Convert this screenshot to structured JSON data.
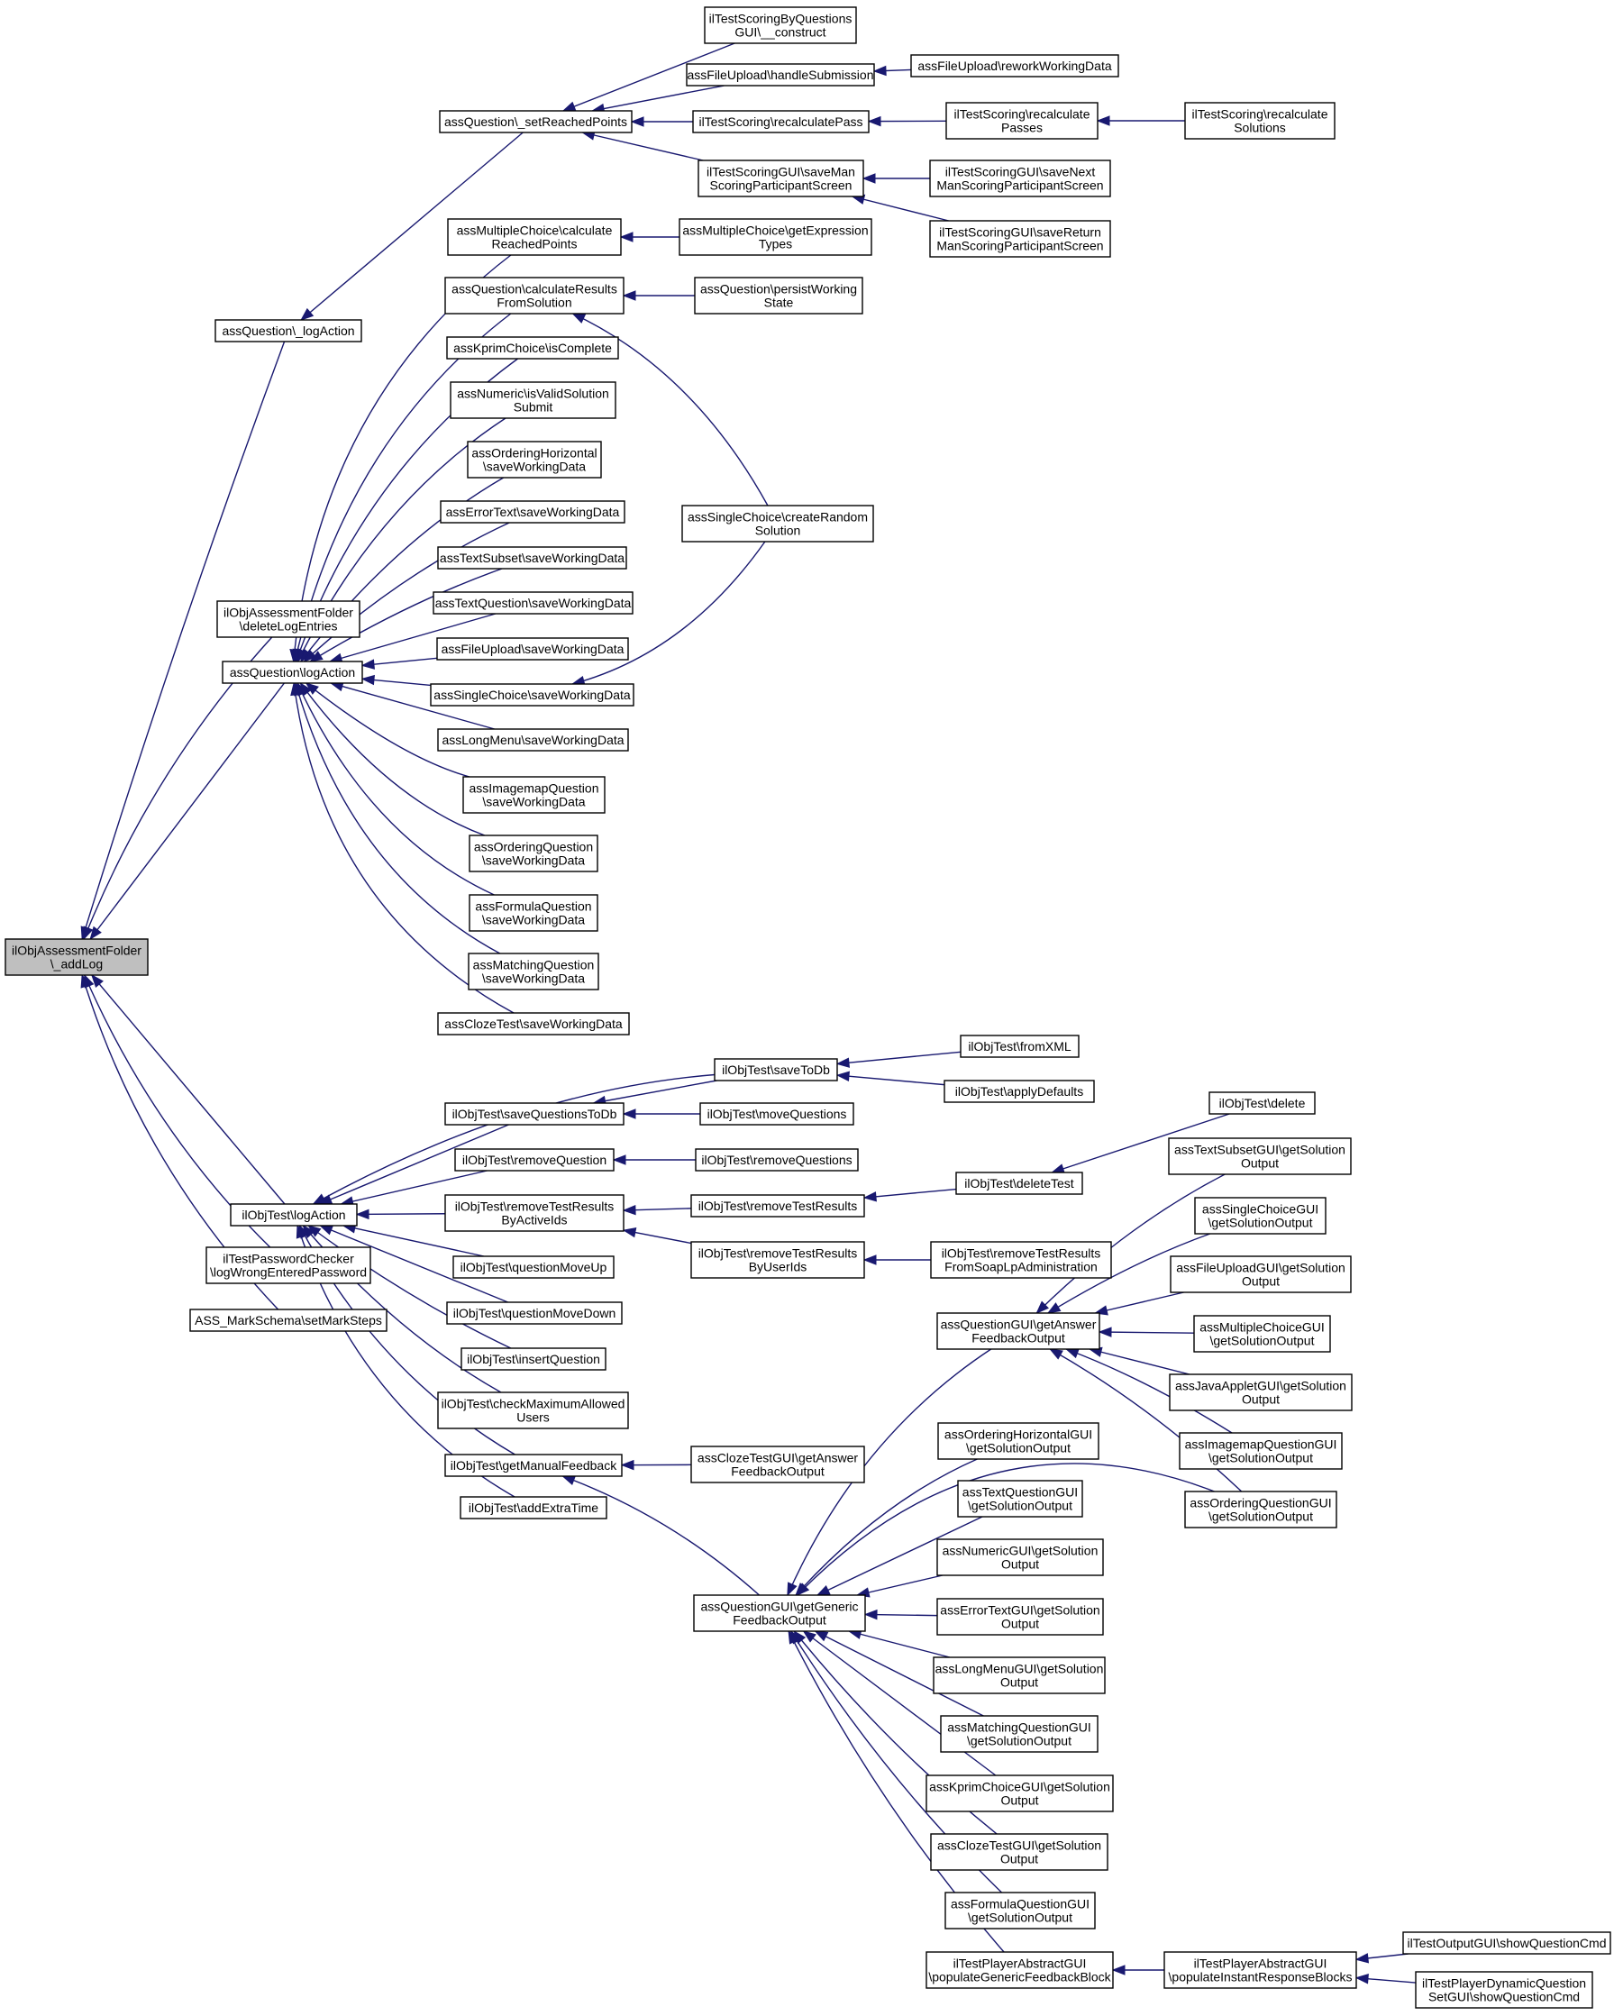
{
  "diagram": {
    "root": "n_addLog",
    "nodes": [
      {
        "id": "n_addLog",
        "lines": [
          "ilObjAssessmentFolder",
          "\\_addLog"
        ],
        "root": true
      },
      {
        "id": "n_q_logAction_priv",
        "lines": [
          "assQuestion\\_logAction"
        ]
      },
      {
        "id": "n_delLog",
        "lines": [
          "ilObjAssessmentFolder",
          "\\deleteLogEntries"
        ]
      },
      {
        "id": "n_q_logAction",
        "lines": [
          "assQuestion\\logAction"
        ]
      },
      {
        "id": "n_t_logAction",
        "lines": [
          "ilObjTest\\logAction"
        ]
      },
      {
        "id": "n_pwChecker",
        "lines": [
          "ilTestPasswordChecker",
          "\\logWrongEnteredPassword"
        ]
      },
      {
        "id": "n_markSteps",
        "lines": [
          "ASS_MarkSchema\\setMarkSteps"
        ]
      },
      {
        "id": "n_setReached",
        "lines": [
          "assQuestion\\_setReachedPoints"
        ]
      },
      {
        "id": "n_tsbq",
        "lines": [
          "ilTestScoringByQuestions",
          "GUI\\__construct"
        ]
      },
      {
        "id": "n_fu_handle",
        "lines": [
          "assFileUpload\\handleSubmission"
        ]
      },
      {
        "id": "n_fu_rework",
        "lines": [
          "assFileUpload\\reworkWorkingData"
        ]
      },
      {
        "id": "n_ts_recPass",
        "lines": [
          "ilTestScoring\\recalculatePass"
        ]
      },
      {
        "id": "n_ts_recPasses",
        "lines": [
          "ilTestScoring\\recalculate",
          "Passes"
        ]
      },
      {
        "id": "n_ts_recSol",
        "lines": [
          "ilTestScoring\\recalculate",
          "Solutions"
        ]
      },
      {
        "id": "n_tsg_saveMan",
        "lines": [
          "ilTestScoringGUI\\saveMan",
          "ScoringParticipantScreen"
        ]
      },
      {
        "id": "n_tsg_saveNext",
        "lines": [
          "ilTestScoringGUI\\saveNext",
          "ManScoringParticipantScreen"
        ]
      },
      {
        "id": "n_tsg_saveRet",
        "lines": [
          "ilTestScoringGUI\\saveReturn",
          "ManScoringParticipantScreen"
        ]
      },
      {
        "id": "n_mc_calc",
        "lines": [
          "assMultipleChoice\\calculate",
          "ReachedPoints"
        ]
      },
      {
        "id": "n_mc_expr",
        "lines": [
          "assMultipleChoice\\getExpression",
          "Types"
        ]
      },
      {
        "id": "n_q_calcRes",
        "lines": [
          "assQuestion\\calculateResults",
          "FromSolution"
        ]
      },
      {
        "id": "n_q_persist",
        "lines": [
          "assQuestion\\persistWorking",
          "State"
        ]
      },
      {
        "id": "n_kprim_complete",
        "lines": [
          "assKprimChoice\\isComplete"
        ]
      },
      {
        "id": "n_num_valid",
        "lines": [
          "assNumeric\\isValidSolution",
          "Submit"
        ]
      },
      {
        "id": "n_ordh_save",
        "lines": [
          "assOrderingHorizontal",
          "\\saveWorkingData"
        ]
      },
      {
        "id": "n_err_save",
        "lines": [
          "assErrorText\\saveWorkingData"
        ]
      },
      {
        "id": "n_tsub_save",
        "lines": [
          "assTextSubset\\saveWorkingData"
        ]
      },
      {
        "id": "n_tq_save",
        "lines": [
          "assTextQuestion\\saveWorkingData"
        ]
      },
      {
        "id": "n_fu_save",
        "lines": [
          "assFileUpload\\saveWorkingData"
        ]
      },
      {
        "id": "n_sc_save",
        "lines": [
          "assSingleChoice\\saveWorkingData"
        ]
      },
      {
        "id": "n_sc_random",
        "lines": [
          "assSingleChoice\\createRandom",
          "Solution"
        ]
      },
      {
        "id": "n_lm_save",
        "lines": [
          "assLongMenu\\saveWorkingData"
        ]
      },
      {
        "id": "n_im_save",
        "lines": [
          "assImagemapQuestion",
          "\\saveWorkingData"
        ]
      },
      {
        "id": "n_ord_save",
        "lines": [
          "assOrderingQuestion",
          "\\saveWorkingData"
        ]
      },
      {
        "id": "n_form_save",
        "lines": [
          "assFormulaQuestion",
          "\\saveWorkingData"
        ]
      },
      {
        "id": "n_match_save",
        "lines": [
          "assMatchingQuestion",
          "\\saveWorkingData"
        ]
      },
      {
        "id": "n_cloze_save",
        "lines": [
          "assClozeTest\\saveWorkingData"
        ]
      },
      {
        "id": "n_t_saveToDb",
        "lines": [
          "ilObjTest\\saveToDb"
        ]
      },
      {
        "id": "n_t_fromXML",
        "lines": [
          "ilObjTest\\fromXML"
        ]
      },
      {
        "id": "n_t_applyDef",
        "lines": [
          "ilObjTest\\applyDefaults"
        ]
      },
      {
        "id": "n_t_saveQToDb",
        "lines": [
          "ilObjTest\\saveQuestionsToDb"
        ]
      },
      {
        "id": "n_t_moveQ",
        "lines": [
          "ilObjTest\\moveQuestions"
        ]
      },
      {
        "id": "n_t_removeQ",
        "lines": [
          "ilObjTest\\removeQuestion"
        ]
      },
      {
        "id": "n_t_removeQs",
        "lines": [
          "ilObjTest\\removeQuestions"
        ]
      },
      {
        "id": "n_t_delete",
        "lines": [
          "ilObjTest\\delete"
        ]
      },
      {
        "id": "n_t_deleteTest",
        "lines": [
          "ilObjTest\\deleteTest"
        ]
      },
      {
        "id": "n_t_remResAct",
        "lines": [
          "ilObjTest\\removeTestResults",
          "ByActiveIds"
        ]
      },
      {
        "id": "n_t_remRes",
        "lines": [
          "ilObjTest\\removeTestResults"
        ]
      },
      {
        "id": "n_t_remResUser",
        "lines": [
          "ilObjTest\\removeTestResults",
          "ByUserIds"
        ]
      },
      {
        "id": "n_t_remResSoap",
        "lines": [
          "ilObjTest\\removeTestResults",
          "FromSoapLpAdministration"
        ]
      },
      {
        "id": "n_t_qUp",
        "lines": [
          "ilObjTest\\questionMoveUp"
        ]
      },
      {
        "id": "n_t_qDown",
        "lines": [
          "ilObjTest\\questionMoveDown"
        ]
      },
      {
        "id": "n_t_insQ",
        "lines": [
          "ilObjTest\\insertQuestion"
        ]
      },
      {
        "id": "n_t_checkMax",
        "lines": [
          "ilObjTest\\checkMaximumAllowed",
          "Users"
        ]
      },
      {
        "id": "n_t_manFb",
        "lines": [
          "ilObjTest\\getManualFeedback"
        ]
      },
      {
        "id": "n_t_extra",
        "lines": [
          "ilObjTest\\addExtraTime"
        ]
      },
      {
        "id": "n_clozeGUI_ans",
        "lines": [
          "assClozeTestGUI\\getAnswer",
          "FeedbackOutput"
        ]
      },
      {
        "id": "n_qgui_ansFb",
        "lines": [
          "assQuestionGUI\\getAnswer",
          "FeedbackOutput"
        ]
      },
      {
        "id": "n_tsubGUI",
        "lines": [
          "assTextSubsetGUI\\getSolution",
          "Output"
        ]
      },
      {
        "id": "n_scGUI",
        "lines": [
          "assSingleChoiceGUI",
          "\\getSolutionOutput"
        ]
      },
      {
        "id": "n_fuGUI",
        "lines": [
          "assFileUploadGUI\\getSolution",
          "Output"
        ]
      },
      {
        "id": "n_mcGUI",
        "lines": [
          "assMultipleChoiceGUI",
          "\\getSolutionOutput"
        ]
      },
      {
        "id": "n_javaGUI",
        "lines": [
          "assJavaAppletGUI\\getSolution",
          "Output"
        ]
      },
      {
        "id": "n_imGUI",
        "lines": [
          "assImagemapQuestionGUI",
          "\\getSolutionOutput"
        ]
      },
      {
        "id": "n_ordGUI",
        "lines": [
          "assOrderingQuestionGUI",
          "\\getSolutionOutput"
        ]
      },
      {
        "id": "n_ordhGUI",
        "lines": [
          "assOrderingHorizontalGUI",
          "\\getSolutionOutput"
        ]
      },
      {
        "id": "n_tqGUI",
        "lines": [
          "assTextQuestionGUI",
          "\\getSolutionOutput"
        ]
      },
      {
        "id": "n_numGUI",
        "lines": [
          "assNumericGUI\\getSolution",
          "Output"
        ]
      },
      {
        "id": "n_errGUI",
        "lines": [
          "assErrorTextGUI\\getSolution",
          "Output"
        ]
      },
      {
        "id": "n_lmGUI",
        "lines": [
          "assLongMenuGUI\\getSolution",
          "Output"
        ]
      },
      {
        "id": "n_matchGUI",
        "lines": [
          "assMatchingQuestionGUI",
          "\\getSolutionOutput"
        ]
      },
      {
        "id": "n_kprimGUI",
        "lines": [
          "assKprimChoiceGUI\\getSolution",
          "Output"
        ]
      },
      {
        "id": "n_clozeGUI_sol",
        "lines": [
          "assClozeTestGUI\\getSolution",
          "Output"
        ]
      },
      {
        "id": "n_formGUI",
        "lines": [
          "assFormulaQuestionGUI",
          "\\getSolutionOutput"
        ]
      },
      {
        "id": "n_qgui_genFb",
        "lines": [
          "assQuestionGUI\\getGeneric",
          "FeedbackOutput"
        ]
      },
      {
        "id": "n_tpa_genBlock",
        "lines": [
          "ilTestPlayerAbstractGUI",
          "\\populateGenericFeedbackBlock"
        ]
      },
      {
        "id": "n_tpa_instBlock",
        "lines": [
          "ilTestPlayerAbstractGUI",
          "\\populateInstantResponseBlocks"
        ]
      },
      {
        "id": "n_outGUI",
        "lines": [
          "ilTestOutputGUI\\showQuestionCmd"
        ]
      },
      {
        "id": "n_dynGUI",
        "lines": [
          "ilTestPlayerDynamicQuestion",
          "SetGUI\\showQuestionCmd"
        ]
      }
    ],
    "edges": [
      {
        "from": "n_q_logAction_priv",
        "to": "n_addLog"
      },
      {
        "from": "n_delLog",
        "to": "n_addLog"
      },
      {
        "from": "n_q_logAction",
        "to": "n_addLog"
      },
      {
        "from": "n_t_logAction",
        "to": "n_addLog"
      },
      {
        "from": "n_pwChecker",
        "to": "n_addLog"
      },
      {
        "from": "n_markSteps",
        "to": "n_addLog"
      },
      {
        "from": "n_setReached",
        "to": "n_q_logAction_priv"
      },
      {
        "from": "n_tsbq",
        "to": "n_setReached"
      },
      {
        "from": "n_fu_handle",
        "to": "n_setReached"
      },
      {
        "from": "n_ts_recPass",
        "to": "n_setReached"
      },
      {
        "from": "n_tsg_saveMan",
        "to": "n_setReached"
      },
      {
        "from": "n_fu_rework",
        "to": "n_fu_handle"
      },
      {
        "from": "n_ts_recPasses",
        "to": "n_ts_recPass"
      },
      {
        "from": "n_ts_recSol",
        "to": "n_ts_recPasses"
      },
      {
        "from": "n_tsg_saveNext",
        "to": "n_tsg_saveMan"
      },
      {
        "from": "n_tsg_saveRet",
        "to": "n_tsg_saveMan"
      },
      {
        "from": "n_mc_calc",
        "to": "n_q_logAction"
      },
      {
        "from": "n_q_calcRes",
        "to": "n_q_logAction"
      },
      {
        "from": "n_kprim_complete",
        "to": "n_q_logAction"
      },
      {
        "from": "n_num_valid",
        "to": "n_q_logAction"
      },
      {
        "from": "n_ordh_save",
        "to": "n_q_logAction"
      },
      {
        "from": "n_err_save",
        "to": "n_q_logAction"
      },
      {
        "from": "n_tsub_save",
        "to": "n_q_logAction"
      },
      {
        "from": "n_tq_save",
        "to": "n_q_logAction"
      },
      {
        "from": "n_fu_save",
        "to": "n_q_logAction"
      },
      {
        "from": "n_sc_save",
        "to": "n_q_logAction"
      },
      {
        "from": "n_lm_save",
        "to": "n_q_logAction"
      },
      {
        "from": "n_im_save",
        "to": "n_q_logAction"
      },
      {
        "from": "n_ord_save",
        "to": "n_q_logAction"
      },
      {
        "from": "n_form_save",
        "to": "n_q_logAction"
      },
      {
        "from": "n_match_save",
        "to": "n_q_logAction"
      },
      {
        "from": "n_cloze_save",
        "to": "n_q_logAction"
      },
      {
        "from": "n_mc_expr",
        "to": "n_mc_calc"
      },
      {
        "from": "n_q_persist",
        "to": "n_q_calcRes"
      },
      {
        "from": "n_sc_random",
        "to": "n_q_calcRes"
      },
      {
        "from": "n_sc_random",
        "to": "n_sc_save"
      },
      {
        "from": "n_t_saveToDb",
        "to": "n_t_logAction"
      },
      {
        "from": "n_t_saveQToDb",
        "to": "n_t_logAction"
      },
      {
        "from": "n_t_removeQ",
        "to": "n_t_logAction"
      },
      {
        "from": "n_t_remResAct",
        "to": "n_t_logAction"
      },
      {
        "from": "n_t_qUp",
        "to": "n_t_logAction"
      },
      {
        "from": "n_t_qDown",
        "to": "n_t_logAction"
      },
      {
        "from": "n_t_insQ",
        "to": "n_t_logAction"
      },
      {
        "from": "n_t_checkMax",
        "to": "n_t_logAction"
      },
      {
        "from": "n_t_manFb",
        "to": "n_t_logAction"
      },
      {
        "from": "n_t_extra",
        "to": "n_t_logAction"
      },
      {
        "from": "n_t_fromXML",
        "to": "n_t_saveToDb"
      },
      {
        "from": "n_t_applyDef",
        "to": "n_t_saveToDb"
      },
      {
        "from": "n_t_saveToDb",
        "to": "n_t_saveQToDb"
      },
      {
        "from": "n_t_moveQ",
        "to": "n_t_saveQToDb"
      },
      {
        "from": "n_t_removeQs",
        "to": "n_t_removeQ"
      },
      {
        "from": "n_t_delete",
        "to": "n_t_deleteTest"
      },
      {
        "from": "n_t_remRes",
        "to": "n_t_remResAct"
      },
      {
        "from": "n_t_remResUser",
        "to": "n_t_remResAct"
      },
      {
        "from": "n_t_deleteTest",
        "to": "n_t_remRes"
      },
      {
        "from": "n_t_remResSoap",
        "to": "n_t_remResUser"
      },
      {
        "from": "n_clozeGUI_ans",
        "to": "n_t_manFb"
      },
      {
        "from": "n_qgui_genFb",
        "to": "n_t_manFb"
      },
      {
        "from": "n_tsubGUI",
        "to": "n_qgui_ansFb"
      },
      {
        "from": "n_scGUI",
        "to": "n_qgui_ansFb"
      },
      {
        "from": "n_fuGUI",
        "to": "n_qgui_ansFb"
      },
      {
        "from": "n_mcGUI",
        "to": "n_qgui_ansFb"
      },
      {
        "from": "n_javaGUI",
        "to": "n_qgui_ansFb"
      },
      {
        "from": "n_imGUI",
        "to": "n_qgui_ansFb"
      },
      {
        "from": "n_ordGUI",
        "to": "n_qgui_ansFb"
      },
      {
        "from": "n_qgui_ansFb",
        "to": "n_qgui_genFb"
      },
      {
        "from": "n_ordGUI",
        "to": "n_qgui_genFb"
      },
      {
        "from": "n_ordhGUI",
        "to": "n_qgui_genFb"
      },
      {
        "from": "n_tqGUI",
        "to": "n_qgui_genFb"
      },
      {
        "from": "n_numGUI",
        "to": "n_qgui_genFb"
      },
      {
        "from": "n_errGUI",
        "to": "n_qgui_genFb"
      },
      {
        "from": "n_lmGUI",
        "to": "n_qgui_genFb"
      },
      {
        "from": "n_matchGUI",
        "to": "n_qgui_genFb"
      },
      {
        "from": "n_kprimGUI",
        "to": "n_qgui_genFb"
      },
      {
        "from": "n_clozeGUI_sol",
        "to": "n_qgui_genFb"
      },
      {
        "from": "n_formGUI",
        "to": "n_qgui_genFb"
      },
      {
        "from": "n_tpa_genBlock",
        "to": "n_qgui_genFb"
      },
      {
        "from": "n_tpa_instBlock",
        "to": "n_tpa_genBlock"
      },
      {
        "from": "n_outGUI",
        "to": "n_tpa_instBlock"
      },
      {
        "from": "n_dynGUI",
        "to": "n_tpa_instBlock"
      }
    ]
  },
  "colors": {
    "edge": "#191970",
    "node_border": "#000000",
    "node_fill": "#ffffff",
    "root_fill": "#bfbfbf",
    "background": "#ffffff"
  }
}
